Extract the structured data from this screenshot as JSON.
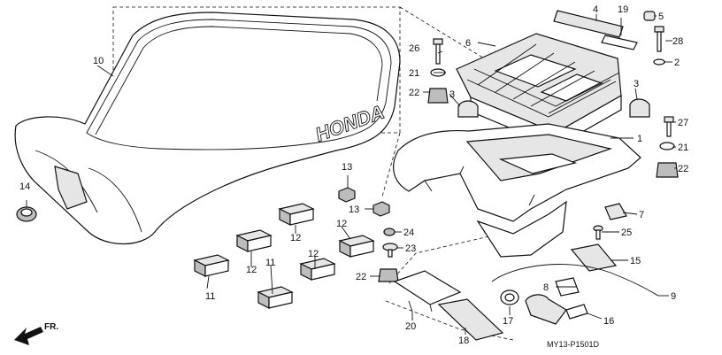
{
  "diagram_code": "MY13-P1501D",
  "seat_brand": "HONDA",
  "direction_label": "FR.",
  "callouts": {
    "c1": "1",
    "c2": "2",
    "c3a": "3",
    "c3b": "3",
    "c4": "4",
    "c5": "5",
    "c6": "6",
    "c7": "7",
    "c8": "8",
    "c9": "9",
    "c10": "10",
    "c11a": "11",
    "c11b": "11",
    "c12a": "12",
    "c12b": "12",
    "c12c": "12",
    "c12d": "12",
    "c13a": "13",
    "c13b": "13",
    "c14": "14",
    "c15": "15",
    "c16": "16",
    "c17": "17",
    "c18": "18",
    "c19": "19",
    "c20": "20",
    "c21a": "21",
    "c21b": "21",
    "c22a": "22",
    "c22b": "22",
    "c22c": "22",
    "c23": "23",
    "c24": "24",
    "c25": "25",
    "c26": "26",
    "c27": "27",
    "c28": "28"
  }
}
